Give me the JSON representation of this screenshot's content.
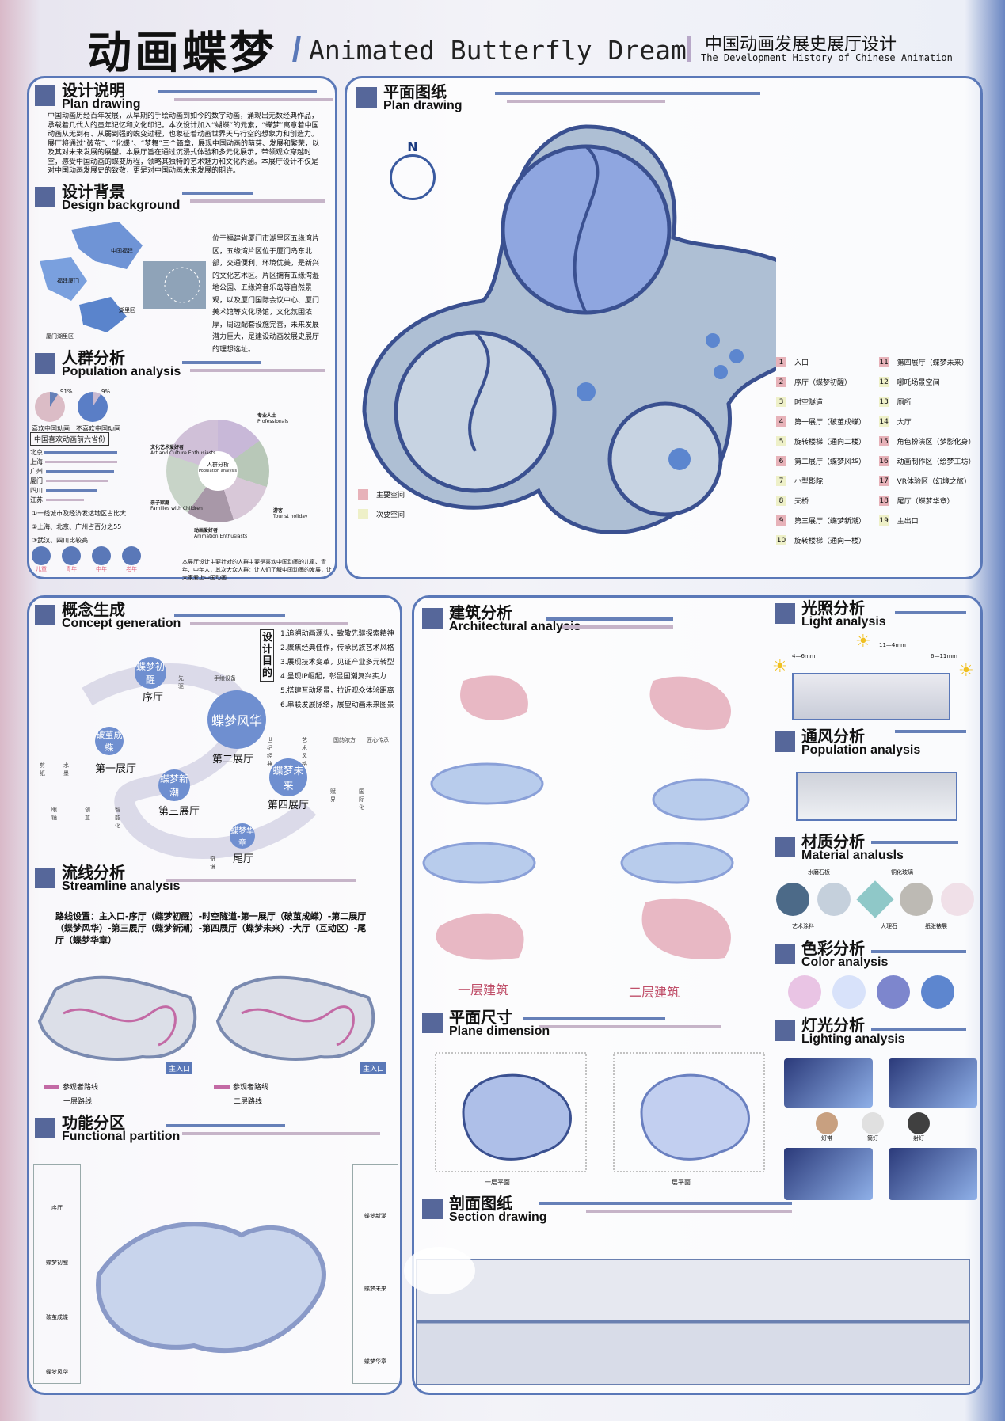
{
  "header": {
    "title_cn": "动画蝶梦",
    "title_en": "Animated Butterfly Dream",
    "subtitle_cn": "中国动画发展史展厅设计",
    "subtitle_en": "The Development History of Chinese Animation"
  },
  "design": {
    "cn": "设计说明",
    "en": "Plan drawing",
    "text": "中国动画历经百年发展，从早期的手绘动画到如今的数字动画，涌现出无数经典作品，承载着几代人的童年记忆和文化印记。本次设计加入“蝴蝶”的元素，“蝶梦”寓意着中国动画从无到有、从弱到强的蜕变过程，也象征着动画世界天马行空的想象力和创造力。展厅将通过“破茧”、“化蝶”、“梦舞”三个篇章，展现中国动画的萌芽、发展和繁荣，以及其对未来发展的展望。本展厅旨在通过沉浸式体验和多元化展示，带领观众穿越时空，感受中国动画的蝶变历程，领略其独特的艺术魅力和文化内涵。本展厅设计不仅是对中国动画发展史的致敬，更是对中国动画未来发展的期许。"
  },
  "background": {
    "cn": "设计背景",
    "en": "Design background",
    "text": "位于福建省厦门市湖里区五缘湾片区，五缘湾片区位于厦门岛东北部，交通便利，环境优美，是新兴的文化艺术区。片区拥有五缘湾湿地公园、五缘湾音乐岛等自然景观，以及厦门国际会议中心、厦门美术馆等文化场馆，文化氛围浓厚，周边配套设施完善，未来发展潜力巨大，是建设动画发展史展厅的理想选址。",
    "map_labels": [
      "中国福建",
      "福建厦门",
      "湖里区",
      "厦门湖里区"
    ]
  },
  "population": {
    "cn": "人群分析",
    "en": "Population analysis",
    "pie1": {
      "pct": "91%",
      "label": "喜欢中国动画",
      "value": 91
    },
    "pie2": {
      "pct": "9%",
      "label": "不喜欢中国动画",
      "value": 9
    },
    "provinces_title": "中国喜欢动画前六省份",
    "provinces": [
      {
        "name": "北京",
        "value": 100
      },
      {
        "name": "上海",
        "value": 85
      },
      {
        "name": "广州",
        "value": 78
      },
      {
        "name": "厦门",
        "value": 72
      },
      {
        "name": "四川",
        "value": 58
      },
      {
        "name": "江苏",
        "value": 44
      }
    ],
    "notes": [
      "①一线城市及经济发达地区占比大",
      "②上海、北京、广州占百分之55",
      "③武汉、四川比较高"
    ],
    "ages": [
      "儿童",
      "青年",
      "中年",
      "老年"
    ],
    "center_cn": "人群分析",
    "center_en": "Population analysis",
    "groups": [
      {
        "cn": "文化艺术爱好者",
        "en": "Art and Culture Enthusiasts"
      },
      {
        "cn": "专业人士",
        "en": "Professionals"
      },
      {
        "cn": "亲子家庭",
        "en": "Families with Children"
      },
      {
        "cn": "游客",
        "en": "Tourist holiday"
      },
      {
        "cn": "动画爱好者",
        "en": "Animation Enthusiasts"
      }
    ],
    "summary": "本展厅设计主要针对的人群主要是喜欢中国动画的儿童、青年、中年人，其次大众人群：让人们了解中国动画的发展，让大家爱上中国动画"
  },
  "plan": {
    "cn": "平面图纸",
    "en": "Plan drawing",
    "legend": [
      "入口",
      "序厅（蝶梦初醒）",
      "时空隧道",
      "第一展厅（破茧成蝶）",
      "旋转楼梯（通向二楼）",
      "第二展厅（蝶梦风华）",
      "小型影院",
      "天桥",
      "第三展厅（蝶梦新潮）",
      "旋转楼梯（通向一楼）",
      "第四展厅（蝶梦未来）",
      "哪吒场景空间",
      "厕所",
      "大厅",
      "角色扮演区（梦影化身）",
      "动画制作区（绘梦工坊）",
      "VR体验区（幻境之旅）",
      "尾厅（蝶梦华章）",
      "主出口"
    ],
    "main_space": "主要空间",
    "secondary_space": "次要空间",
    "north": "N"
  },
  "concept": {
    "cn": "概念生成",
    "en": "Concept generation",
    "goal_label": "设计目的",
    "goals": [
      "1.追溯动画源头，致敬先驱探索精神",
      "2.聚焦经典佳作，传承民族艺术风格",
      "3.展现技术变革，见证产业多元转型",
      "4.呈现IP崛起，彰显国潮复兴实力",
      "5.搭建互动场景，拉近观众体验距离",
      "6.串联发展脉络，展望动画未来图景"
    ],
    "nodes": [
      {
        "bubble": "蝶梦初醒",
        "label": "序厅"
      },
      {
        "bubble": "破茧成蝶",
        "label": "第一展厅"
      },
      {
        "bubble": "蝶梦风华",
        "label": "第二展厅"
      },
      {
        "bubble": "蝶梦新潮",
        "label": "第三展厅"
      },
      {
        "bubble": "蝶梦未来",
        "label": "第四展厅"
      },
      {
        "bubble": "蝶梦华章",
        "label": "尾厅"
      }
    ],
    "icons": [
      "先驱",
      "手绘设备",
      "剪纸",
      "水墨",
      "世纪经典",
      "艺术风格",
      "国韵浓方",
      "匠心传承",
      "眼镜",
      "创意",
      "智能化",
      "赋界",
      "国际化",
      "奇境"
    ]
  },
  "streamline": {
    "cn": "流线分析",
    "en": "Streamline analysis",
    "route": "路线设置：主入口-序厅（蝶梦初醒）-时空隧道-第一展厅（破茧成蝶）-第二展厅（蝶梦风华）-第三展厅（蝶梦新潮）-第四展厅（蝶梦未来）-大厅（互动区）-尾厅（蝶梦华章）",
    "visitor_route": "参观者路线",
    "floor1": "一层路线",
    "floor2": "二层路线",
    "entrance": "主入口"
  },
  "functional": {
    "cn": "功能分区",
    "en": "Functional partition",
    "left": [
      "序厅",
      "蝶梦初醒",
      "破茧成蝶",
      "蝶梦风华"
    ],
    "right": [
      "蝶梦新潮",
      "蝶梦未来",
      "蝶梦华章"
    ]
  },
  "architecture": {
    "cn": "建筑分析",
    "en": "Architectural analysis",
    "floor1": "一层建筑",
    "floor2": "二层建筑"
  },
  "light": {
    "cn": "光照分析",
    "en": "Light analysis",
    "labels": [
      "4—6mm",
      "11—4mm",
      "6—11mm"
    ]
  },
  "ventilation": {
    "cn": "通风分析",
    "en": "Population analysis"
  },
  "material": {
    "cn": "材质分析",
    "en": "Material analusls",
    "items": [
      "水磨石板",
      "铜化玻璃",
      "艺术涂料",
      "大理石",
      "纸张裱展"
    ]
  },
  "color": {
    "cn": "色彩分析",
    "en": "Color analysis",
    "swatches": [
      "#e9c4e4",
      "#d8e2fa",
      "#7d86cd",
      "#5d86cf"
    ]
  },
  "lighting": {
    "cn": "灯光分析",
    "en": "Lighting analysis",
    "labels": [
      "灯带",
      "筒灯",
      "射灯"
    ]
  },
  "dimension": {
    "cn": "平面尺寸",
    "en": "Plane dimension",
    "floor1": "一层平面",
    "floor2": "二层平面"
  },
  "section": {
    "cn": "剖面图纸",
    "en": "Section drawing"
  }
}
